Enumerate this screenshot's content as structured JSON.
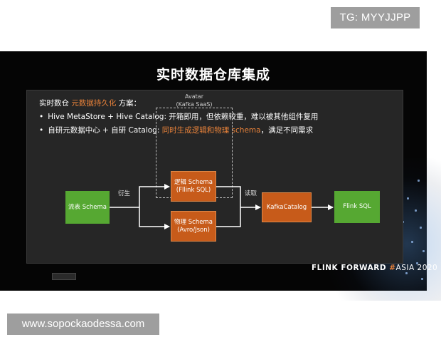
{
  "overlays": {
    "tg_badge": "TG: MYYJJPP",
    "url_badge": "www.sopockaodessa.com"
  },
  "slide": {
    "title": "实时数据仓库集成",
    "intro": {
      "prefix": "实时数仓 ",
      "highlight": "元数据持久化",
      "suffix": " 方案："
    },
    "bullets": [
      {
        "text": "Hive MetaStore + Hive Catalog: 开箱即用，但依赖较重，难以被其他组件复用",
        "highlight": ""
      },
      {
        "text": "自研元数据中心 + 自研 Catalog: ",
        "highlight": "同时生成逻辑和物理 schema",
        "suffix": "，满足不同需求"
      }
    ],
    "bullet_symbol": "•",
    "diagram": {
      "avatar_label_line1": "Avatar",
      "avatar_label_line2": "(Kafka SaaS)",
      "nodes": {
        "stream_schema": "流表 Schema",
        "logical_schema_line1": "逻辑 Schema",
        "logical_schema_line2": "(Fllink SQL)",
        "physical_schema_line1": "物理 Schema",
        "physical_schema_line2": "(Avro/Json)",
        "kafka_catalog": "KafkaCatalog",
        "flink_sql": "Flink SQL"
      },
      "edge_labels": {
        "derive": "衍生",
        "read": "读取"
      }
    },
    "footer": {
      "brand_part1": "FLINK FORWARD ",
      "brand_hash": "#",
      "brand_part2": "ASIA 2020"
    }
  },
  "colors": {
    "green_node": "#56a832",
    "orange_node": "#c75b1a",
    "highlight_text": "#e8823a",
    "slide_background": "#050505",
    "panel_background": "#262626"
  }
}
